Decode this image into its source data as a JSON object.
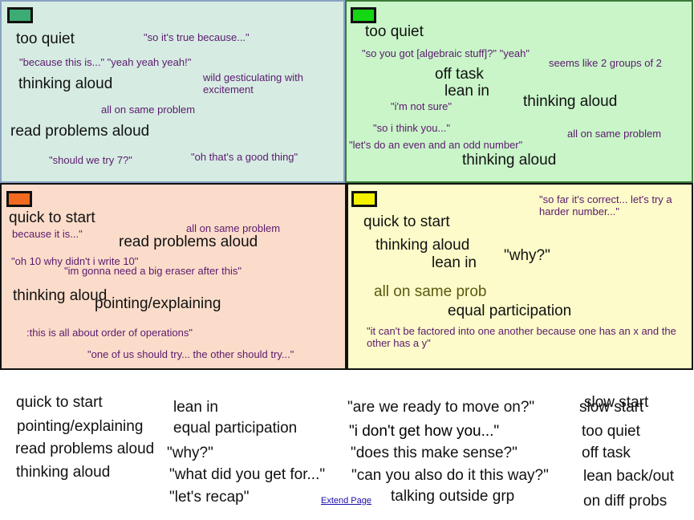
{
  "quadrants": {
    "blue": {
      "swatch_color": "#3dab74",
      "notes": [
        "too quiet",
        "\"so it's true because...\"",
        "\"because this is...\" \"yeah yeah yeah!\"",
        "thinking aloud",
        "wild gesticulating with excitement",
        "all on same problem",
        "read problems aloud",
        "\"should we try 7?\"",
        "\"oh that's a good thing\""
      ]
    },
    "green": {
      "swatch_color": "#14d614",
      "notes": [
        "too quiet",
        "\"so you got [algebraic stuff]?\" \"yeah\"",
        "seems like 2 groups of 2",
        "off task",
        "lean in",
        "thinking aloud",
        "\"i'm not sure\"",
        "\"so i think you...\"",
        "all on same problem",
        "\"let's do an even and an odd number\"",
        "thinking aloud"
      ]
    },
    "orange": {
      "swatch_color": "#f26a1f",
      "notes": [
        "quick to start",
        "all on same problem",
        "because it is...\"",
        "read problems aloud",
        "\"oh 10 why didn't i write 10\"",
        "\"im gonna need a big eraser after this\"",
        "thinking aloud",
        "pointing/explaining",
        ":this is all about order of operations\"",
        "\"one of us should try... the other should try...\""
      ]
    },
    "yellow": {
      "swatch_color": "#f2f200",
      "notes": [
        "\"so far it's correct... let's try a harder number...\"",
        "quick to start",
        "thinking aloud",
        "\"why?\"",
        "lean in",
        "all on same prob",
        "equal participation",
        "\"it can't be factored into one another because one has an x and the other has a y\""
      ]
    }
  },
  "bottom": {
    "col1": [
      "quick to start",
      "pointing/explaining",
      "read problems aloud",
      "thinking aloud"
    ],
    "col2": [
      "lean in",
      "equal participation",
      "\"why?\"",
      "\"what did you get for...\"",
      "\"let's recap\""
    ],
    "col3": [
      "\"are we ready to move on?\"",
      "\"i don't get how you...\"",
      "\"does this make sense?\"",
      "\"can you also do it this way?\"",
      "talking outside grp"
    ],
    "col4": [
      "slow start",
      "slow start",
      "too quiet",
      "off task",
      "lean back/out",
      "on diff probs"
    ]
  },
  "extend_link": "Extend Page"
}
